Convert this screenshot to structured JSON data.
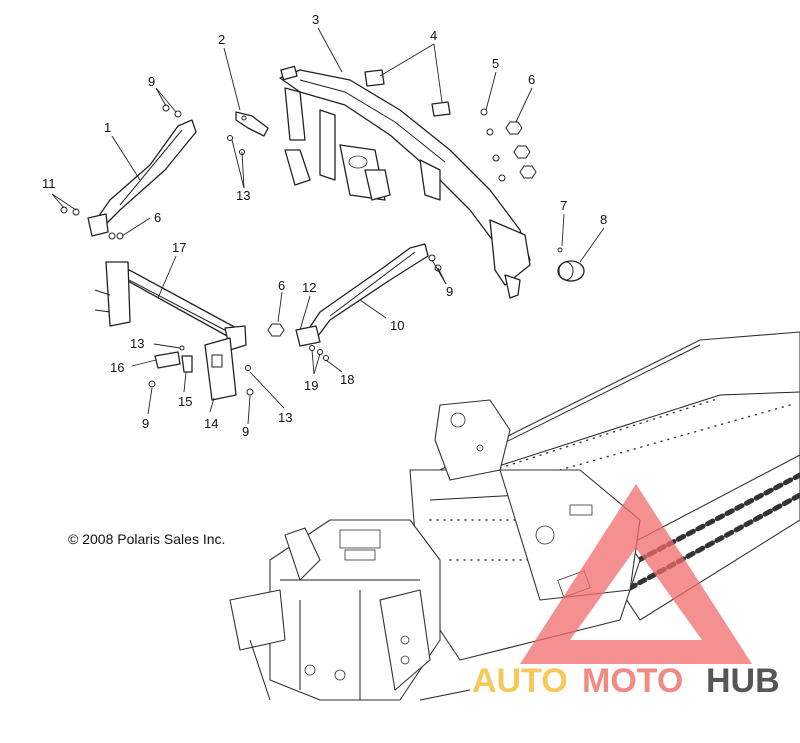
{
  "diagram": {
    "callouts": [
      "1",
      "2",
      "3",
      "4",
      "5",
      "6",
      "7",
      "8",
      "9",
      "10",
      "11",
      "12",
      "13",
      "14",
      "15",
      "16",
      "17",
      "18",
      "19"
    ],
    "labels": {
      "c1": "1",
      "c2": "2",
      "c3": "3",
      "c4": "4",
      "c5": "5",
      "c6a": "6",
      "c6b": "6",
      "c6c": "6",
      "c7": "7",
      "c8": "8",
      "c9a": "9",
      "c9b": "9",
      "c9c": "9",
      "c9d": "9",
      "c10": "10",
      "c11": "11",
      "c12": "12",
      "c13a": "13",
      "c13b": "13",
      "c13c": "13",
      "c14": "14",
      "c15": "15",
      "c16": "16",
      "c17": "17",
      "c18": "18",
      "c19": "19"
    },
    "copyright": "© 2008 Polaris Sales Inc."
  },
  "watermark": {
    "part1": "AUTO",
    "part2": "MOTO",
    "part3": "HUB",
    "colors": {
      "triangle": "#f26b6b",
      "auto": "#f7c95a",
      "moto": "#f28a82",
      "hub": "#555555"
    }
  }
}
